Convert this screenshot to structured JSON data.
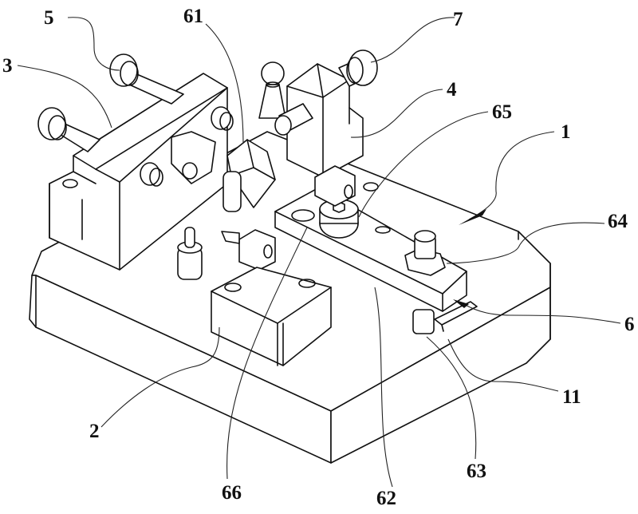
{
  "figure": {
    "type": "patent isometric line drawing",
    "subject": "clamping fixture assembly",
    "background_color": "#ffffff",
    "line_color": "#111111"
  },
  "labels": [
    {
      "id": "1",
      "text": "1",
      "part": "base plate"
    },
    {
      "id": "2",
      "text": "2",
      "part": "support block"
    },
    {
      "id": "3",
      "text": "3",
      "part": "left clamp block"
    },
    {
      "id": "4",
      "text": "4",
      "part": "right clamp block"
    },
    {
      "id": "5",
      "text": "5",
      "part": "left adjusting screws"
    },
    {
      "id": "6",
      "text": "6",
      "part": "pressing mechanism"
    },
    {
      "id": "7",
      "text": "7",
      "part": "right adjusting screw"
    },
    {
      "id": "11",
      "text": "11",
      "part": "guide groove"
    },
    {
      "id": "61",
      "text": "61",
      "part": "pressing head"
    },
    {
      "id": "62",
      "text": "62",
      "part": "pressing arm"
    },
    {
      "id": "63",
      "text": "63",
      "part": "guide pin"
    },
    {
      "id": "64",
      "text": "64",
      "part": "adjusting nut"
    },
    {
      "id": "65",
      "text": "65",
      "part": "socket head bolt"
    },
    {
      "id": "66",
      "text": "66",
      "part": "slot hole"
    }
  ]
}
